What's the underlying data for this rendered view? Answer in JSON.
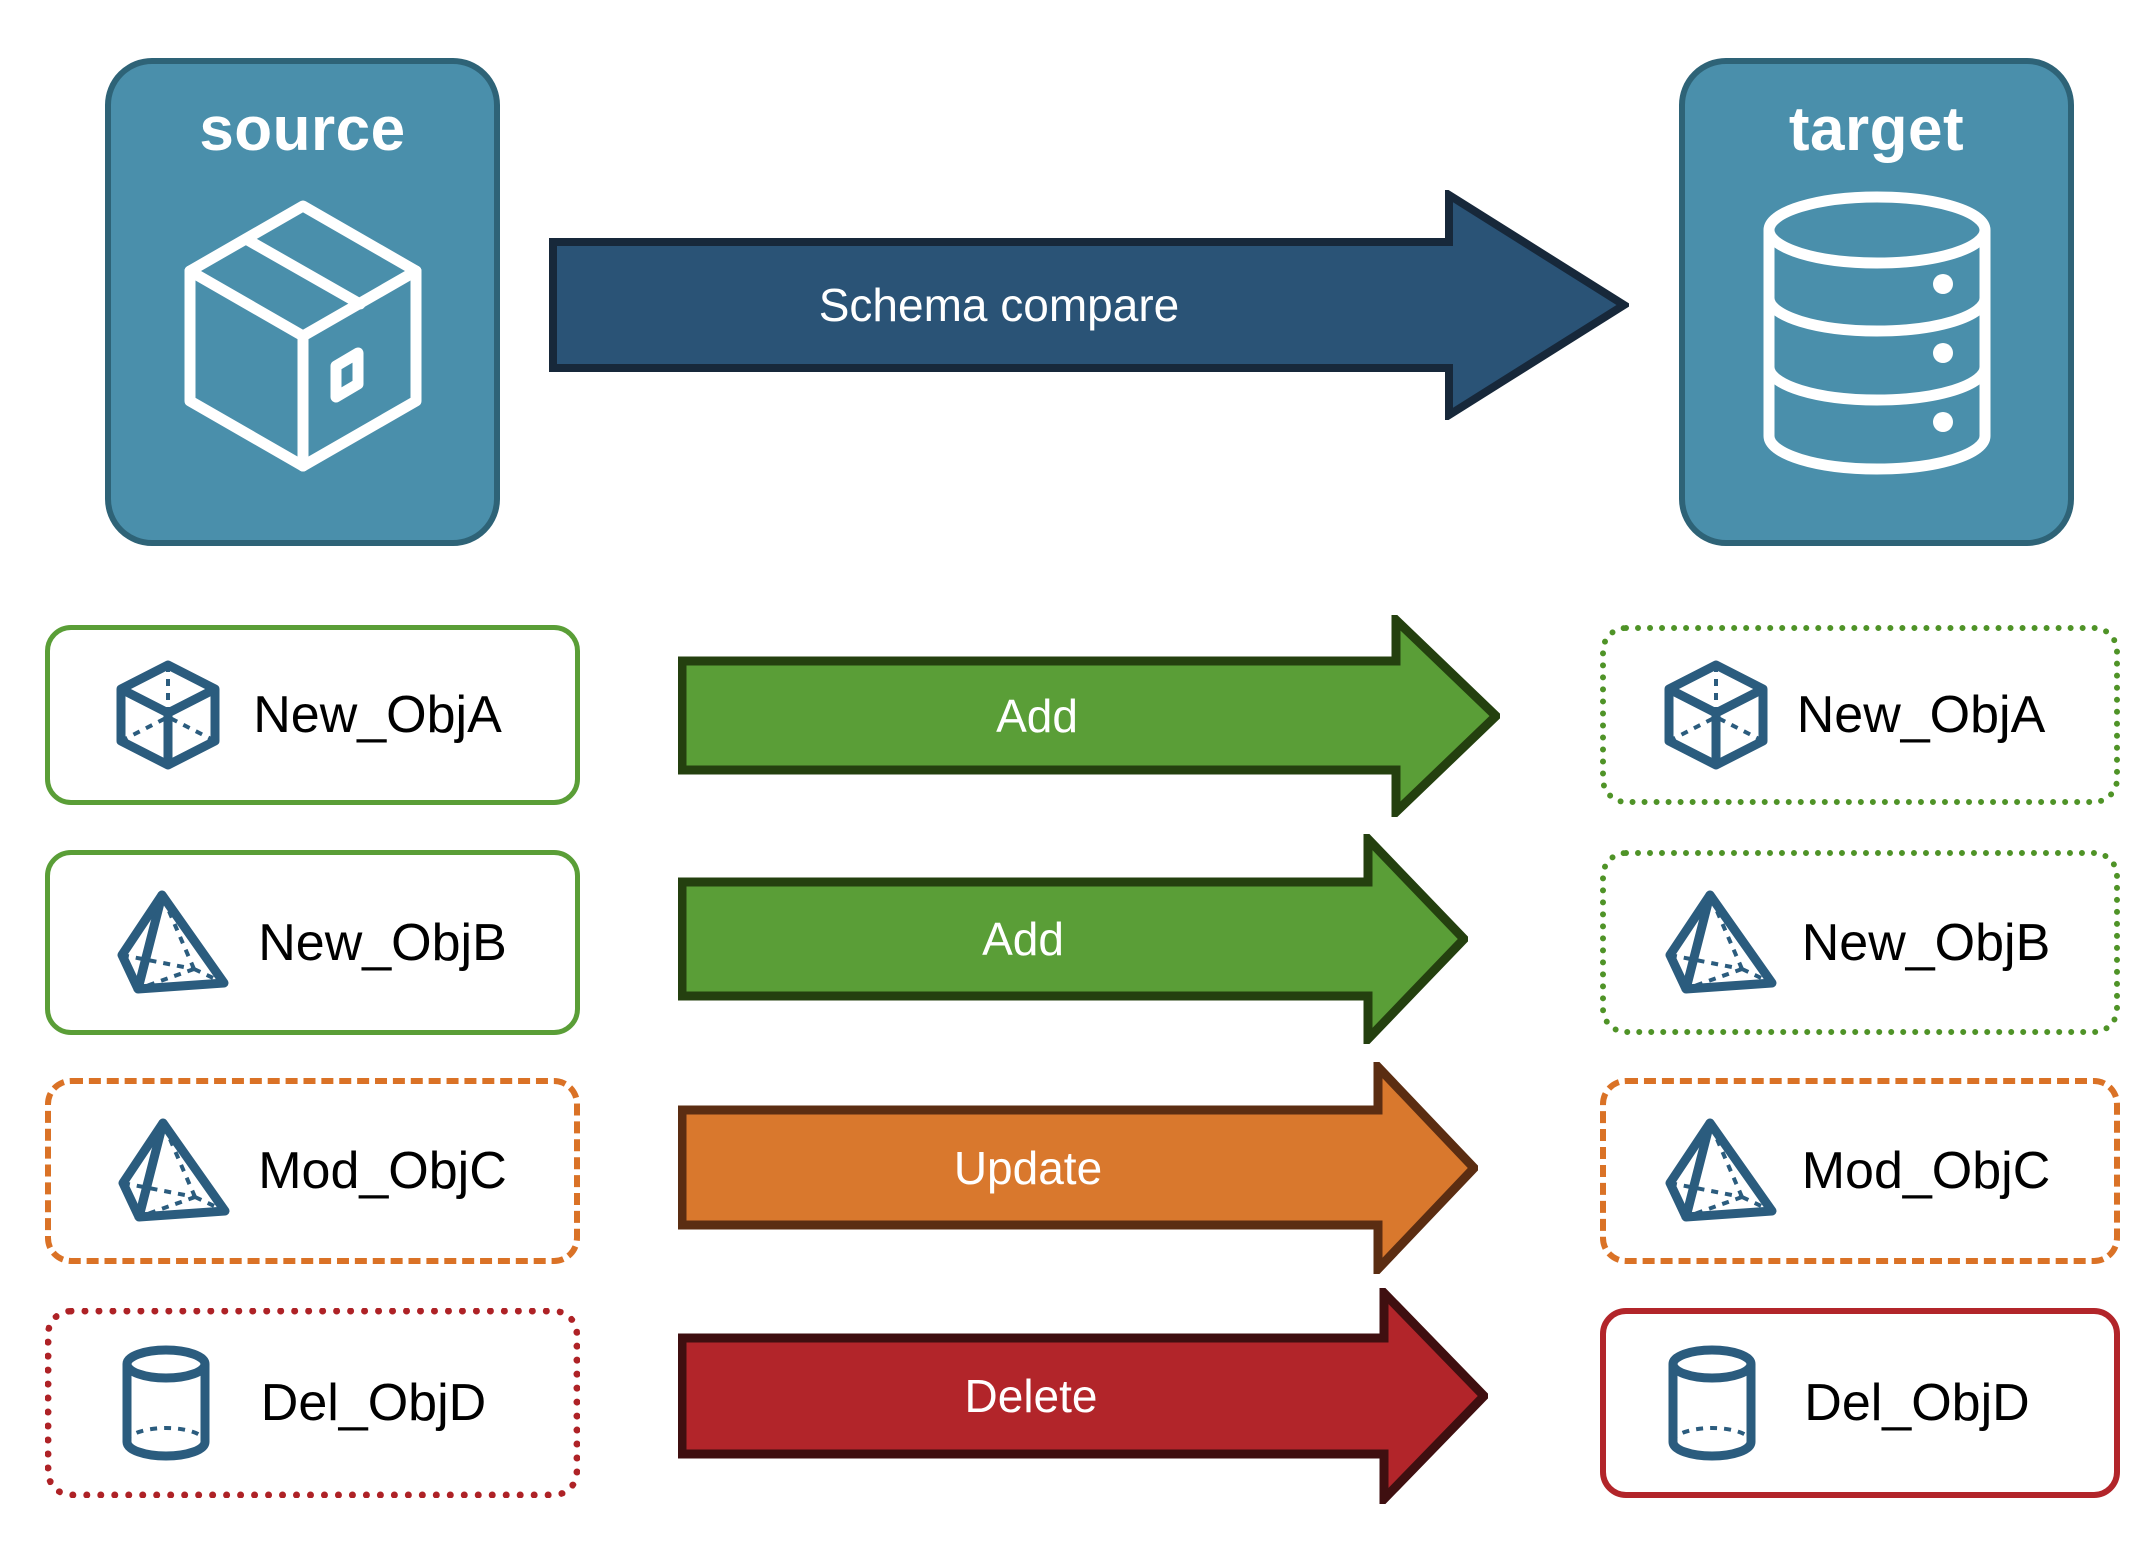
{
  "diagram": {
    "title": "Schema compare source to target",
    "colors": {
      "panel_fill": "#4a8fab",
      "panel_stroke": "#2e6377",
      "compare_arrow_fill": "#2a5376",
      "compare_arrow_stroke": "#17283a",
      "icon_blue": "#2b5c7e",
      "add_green": "#5a9e37",
      "add_green_stroke": "#24400f",
      "update_orange": "#d9782d",
      "update_orange_stroke": "#5b2d12",
      "delete_red": "#b2252a",
      "delete_red_stroke": "#3f0f10",
      "text_black": "#000000",
      "text_white": "#ffffff"
    },
    "source_panel": {
      "label": "source",
      "icon": "package-box-icon"
    },
    "target_panel": {
      "label": "target",
      "icon": "database-cylinder-icon"
    },
    "compare_arrow": {
      "label": "Schema compare",
      "icon": "right-arrow-icon"
    },
    "rows": [
      {
        "source_object": "New_ObjA",
        "source_icon": "wireframe-cube-icon",
        "source_border": "green-solid",
        "action": "Add",
        "action_color": "#5a9e37",
        "target_object": "New_ObjA",
        "target_icon": "wireframe-cube-icon",
        "target_border": "green-dotted"
      },
      {
        "source_object": "New_ObjB",
        "source_icon": "wireframe-pyramid-icon",
        "source_border": "green-solid",
        "action": "Add",
        "action_color": "#5a9e37",
        "target_object": "New_ObjB",
        "target_icon": "wireframe-pyramid-icon",
        "target_border": "green-dotted"
      },
      {
        "source_object": "Mod_ObjC",
        "source_icon": "wireframe-pyramid-icon",
        "source_border": "orange-dashed",
        "action": "Update",
        "action_color": "#d9782d",
        "target_object": "Mod_ObjC",
        "target_icon": "wireframe-pyramid-icon",
        "target_border": "orange-dashed"
      },
      {
        "source_object": "Del_ObjD",
        "source_icon": "wireframe-cylinder-icon",
        "source_border": "red-dotted",
        "action": "Delete",
        "action_color": "#b2252a",
        "target_object": "Del_ObjD",
        "target_icon": "wireframe-cylinder-icon",
        "target_border": "red-solid"
      }
    ]
  }
}
